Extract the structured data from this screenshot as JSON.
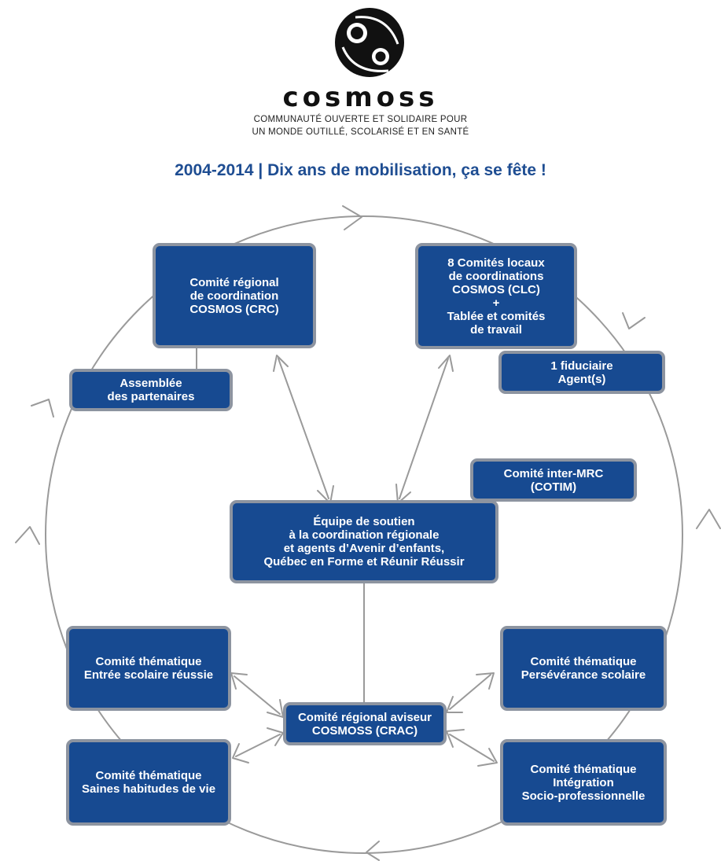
{
  "header": {
    "logo_icon": "cosmoss-globe-logo",
    "wordmark": "cosmoss",
    "tagline_line1": "COMMUNAUTÉ OUVERTE ET SOLIDAIRE POUR",
    "tagline_line2": "UN MONDE OUTILLÉ, SCOLARISÉ ET EN SANTÉ",
    "headline": "2004-2014 | Dix ans de mobilisation, ça se fête !"
  },
  "colors": {
    "box_fill": "#174a91",
    "box_border": "#8d94a0",
    "headline": "#1e4d92",
    "connector": "#9a9a9a"
  },
  "boxes": {
    "crc": {
      "line1": "Comité régional",
      "line2": "de coordination",
      "line3": "COSMOS (CRC)"
    },
    "assemblee": {
      "line1": "Assemblée",
      "line2": "des partenaires"
    },
    "clc": {
      "line1": "8 Comités locaux",
      "line2": "de coordinations",
      "line3": "COSMOS (CLC)",
      "line4": "+",
      "line5": "Tablée et comités",
      "line6": "de travail"
    },
    "fiduciaire": {
      "line1": "1 fiduciaire",
      "line2": "Agent(s)"
    },
    "cotim": {
      "line1": "Comité inter-MRC",
      "line2": "(COTIM)"
    },
    "equipe": {
      "line1": "Équipe de soutien",
      "line2": "à la coordination régionale",
      "line3": "et agents d’Avenir d’enfants,",
      "line4": "Québec en Forme et Réunir Réussir"
    },
    "entree": {
      "line1": "Comité thématique",
      "line2": "Entrée scolaire réussie"
    },
    "perseverance": {
      "line1": "Comité thématique",
      "line2": "Persévérance scolaire"
    },
    "crac": {
      "line1": "Comité régional aviseur",
      "line2": "COSMOSS (CRAC)"
    },
    "saines": {
      "line1": "Comité thématique",
      "line2": "Saines habitudes de vie"
    },
    "integration": {
      "line1": "Comité thématique",
      "line2": "Intégration",
      "line3": "Socio-professionnelle"
    }
  }
}
